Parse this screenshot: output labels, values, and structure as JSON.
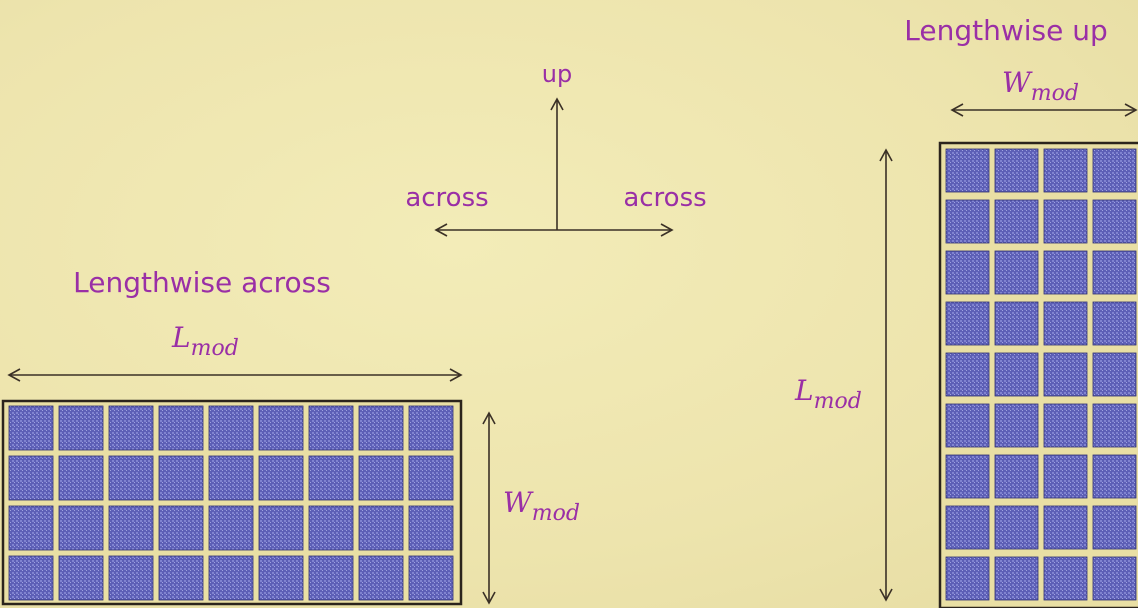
{
  "colors": {
    "background": "#efe7b0",
    "label": "#9a2fa6",
    "cell": "#5d5fb6",
    "frame": "#2b241c"
  },
  "direction_indicator": {
    "up": "up",
    "across_left": "across",
    "across_right": "across"
  },
  "left_panel": {
    "title": "Lengthwise across",
    "length_label": {
      "base": "L",
      "sub": "mod"
    },
    "width_label": {
      "base": "W",
      "sub": "mod"
    },
    "rows": 4,
    "cols": 9
  },
  "right_panel": {
    "title": "Lengthwise up",
    "width_label": {
      "base": "W",
      "sub": "mod"
    },
    "length_label": {
      "base": "L",
      "sub": "mod"
    },
    "rows": 9,
    "cols": 4
  }
}
